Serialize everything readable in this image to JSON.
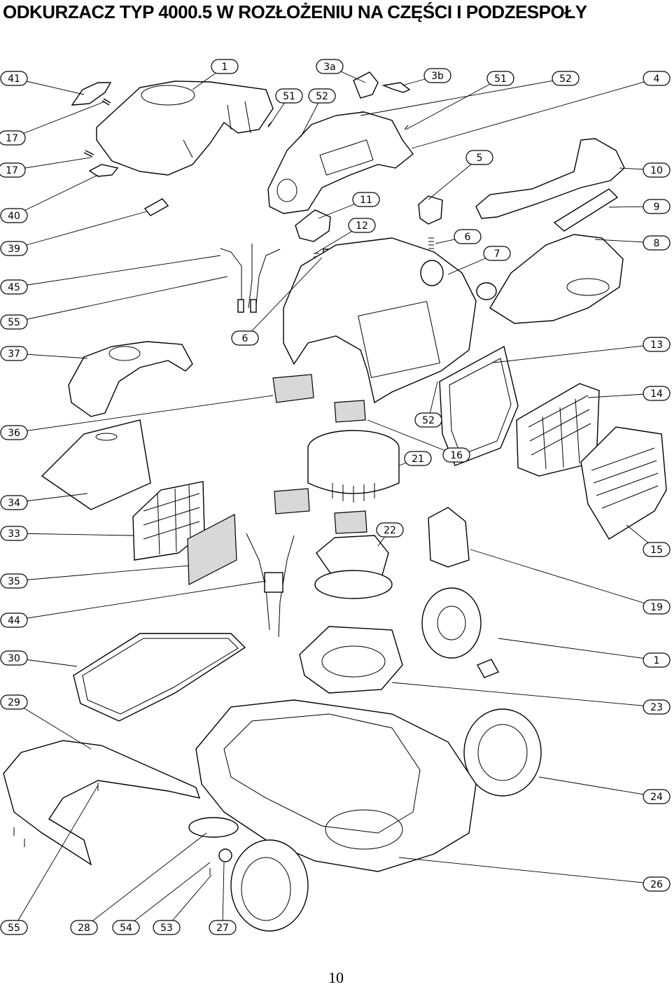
{
  "title": "ODKURZACZ  TYP 4000.5 W ROZŁOŻENIU NA CZĘŚCI I PODZESPOŁY",
  "page_number": "10",
  "callouts": [
    {
      "label": "41"
    },
    {
      "label": "1"
    },
    {
      "label": "3a"
    },
    {
      "label": "3b"
    },
    {
      "label": "51"
    },
    {
      "label": "52"
    },
    {
      "label": "4"
    },
    {
      "label": "51"
    },
    {
      "label": "52"
    },
    {
      "label": "17"
    },
    {
      "label": "17"
    },
    {
      "label": "5"
    },
    {
      "label": "10"
    },
    {
      "label": "40"
    },
    {
      "label": "11"
    },
    {
      "label": "9"
    },
    {
      "label": "12"
    },
    {
      "label": "6"
    },
    {
      "label": "8"
    },
    {
      "label": "39"
    },
    {
      "label": "7"
    },
    {
      "label": "45"
    },
    {
      "label": "55"
    },
    {
      "label": "6"
    },
    {
      "label": "37"
    },
    {
      "label": "13"
    },
    {
      "label": "14"
    },
    {
      "label": "52"
    },
    {
      "label": "36"
    },
    {
      "label": "21"
    },
    {
      "label": "16"
    },
    {
      "label": "34"
    },
    {
      "label": "22"
    },
    {
      "label": "33"
    },
    {
      "label": "15"
    },
    {
      "label": "35"
    },
    {
      "label": "19"
    },
    {
      "label": "44"
    },
    {
      "label": "30"
    },
    {
      "label": "1"
    },
    {
      "label": "29"
    },
    {
      "label": "23"
    },
    {
      "label": "24"
    },
    {
      "label": "26"
    },
    {
      "label": "55"
    },
    {
      "label": "28"
    },
    {
      "label": "54"
    },
    {
      "label": "53"
    },
    {
      "label": "27"
    }
  ]
}
